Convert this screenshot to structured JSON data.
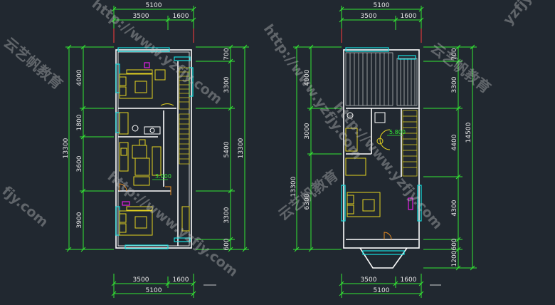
{
  "colors": {
    "background": "#212830",
    "wall": "#ffffff",
    "window": "#17e0e0",
    "dimension_line": "#33e833",
    "furniture": "#e5d320",
    "door": "#e88b1f",
    "accent_magenta": "#e61ee6",
    "axis_line": "#ff3b3b",
    "watermark": "#c8c8c8"
  },
  "left_plan": {
    "top_total": "5100",
    "top_segments": [
      "3500",
      "1600"
    ],
    "bottom_segments": [
      "3500",
      "1600"
    ],
    "bottom_total": "5100",
    "left_total": "13300",
    "left_segments": [
      "4000",
      "1800",
      "3600",
      "3900"
    ],
    "right_segments": [
      "700",
      "3300",
      "5400",
      "3300",
      "600"
    ],
    "right_total": "13300",
    "level_mark": "3.000"
  },
  "right_plan": {
    "top_total": "5100",
    "top_segments": [
      "3500",
      "1600"
    ],
    "bottom_segments": [
      "3500",
      "1600"
    ],
    "bottom_total": "5100",
    "left_total": "13300",
    "left_segments": [
      "4000",
      "3000",
      "6300"
    ],
    "right_segments": [
      "700",
      "3300",
      "4400",
      "4300",
      "600",
      "1200"
    ],
    "right_total": "14500",
    "level_mark": "5.800"
  },
  "watermarks": {
    "url_text": "http://www.yzfjy.com",
    "brand_text": "云艺帆教育",
    "side_left": "fjy.com",
    "side_right": "yzfjy"
  }
}
